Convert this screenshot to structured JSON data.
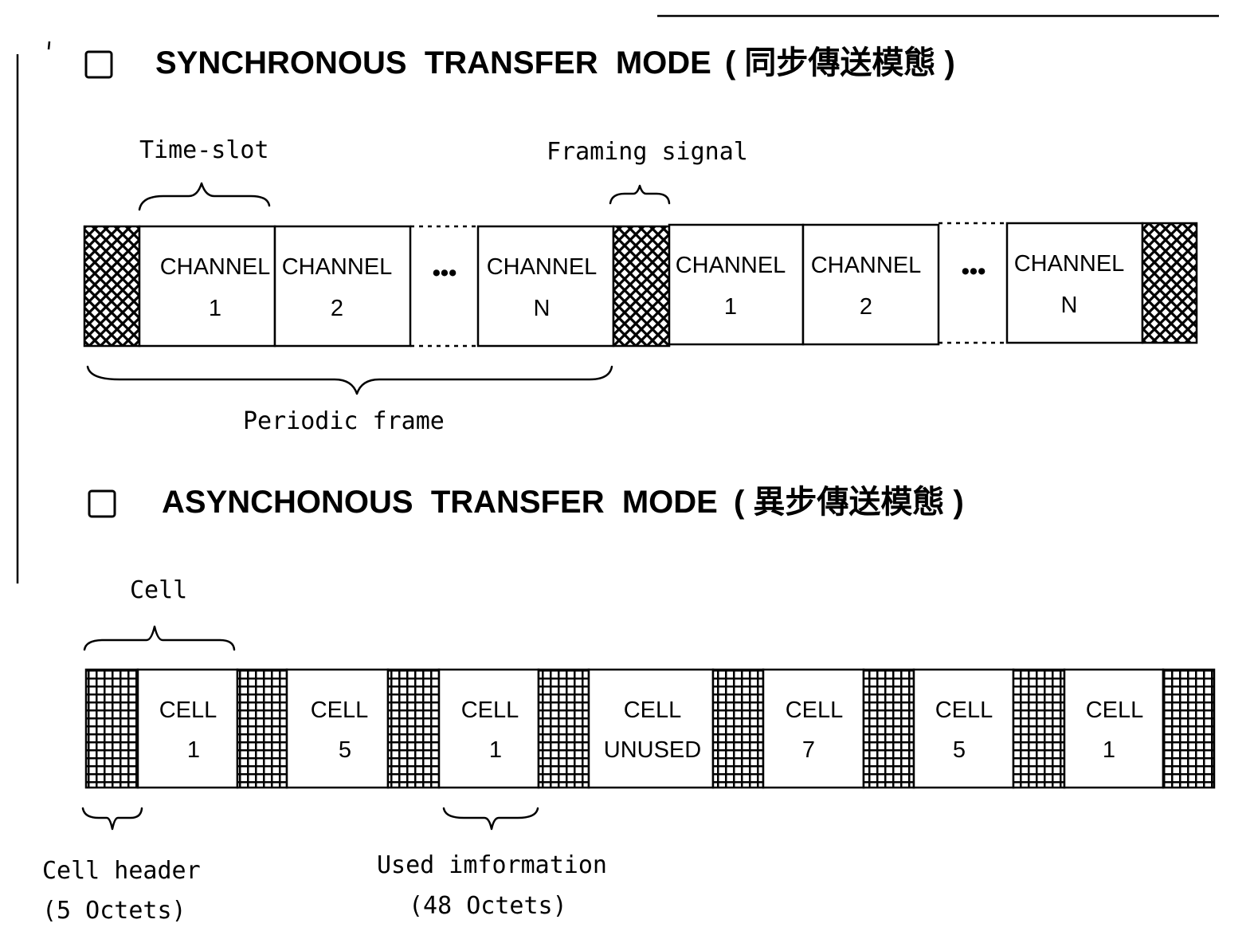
{
  "stm": {
    "title": "SYNCHRONOUS  TRANSFER  MODE",
    "title_cjk": "( 同步傳送模態 )",
    "label_timeslot": "Time-slot",
    "label_framing": "Framing signal",
    "label_periodic": "Periodic frame",
    "ellipsis": "•••",
    "channels": [
      {
        "top": "CHANNEL",
        "bottom": "1"
      },
      {
        "top": "CHANNEL",
        "bottom": "2"
      },
      {
        "top": "CHANNEL",
        "bottom": "N"
      },
      {
        "top": "CHANNEL",
        "bottom": "1"
      },
      {
        "top": "CHANNEL",
        "bottom": "2"
      },
      {
        "top": "CHANNEL",
        "bottom": "N"
      }
    ]
  },
  "atm": {
    "title": "ASYNCHONOUS  TRANSFER  MODE",
    "title_cjk": "( 異步傳送模態 )",
    "label_cell": "Cell",
    "label_header_1": "Cell header",
    "label_header_2": "(5 Octets)",
    "label_info_1": "Used imformation",
    "label_info_2": "(48 Octets)",
    "cells": [
      {
        "top": "CELL",
        "bottom": "1"
      },
      {
        "top": "CELL",
        "bottom": "5"
      },
      {
        "top": "CELL",
        "bottom": "1"
      },
      {
        "top": "CELL",
        "bottom": "UNUSED"
      },
      {
        "top": "CELL",
        "bottom": "7"
      },
      {
        "top": "CELL",
        "bottom": "5"
      },
      {
        "top": "CELL",
        "bottom": "1"
      }
    ]
  }
}
